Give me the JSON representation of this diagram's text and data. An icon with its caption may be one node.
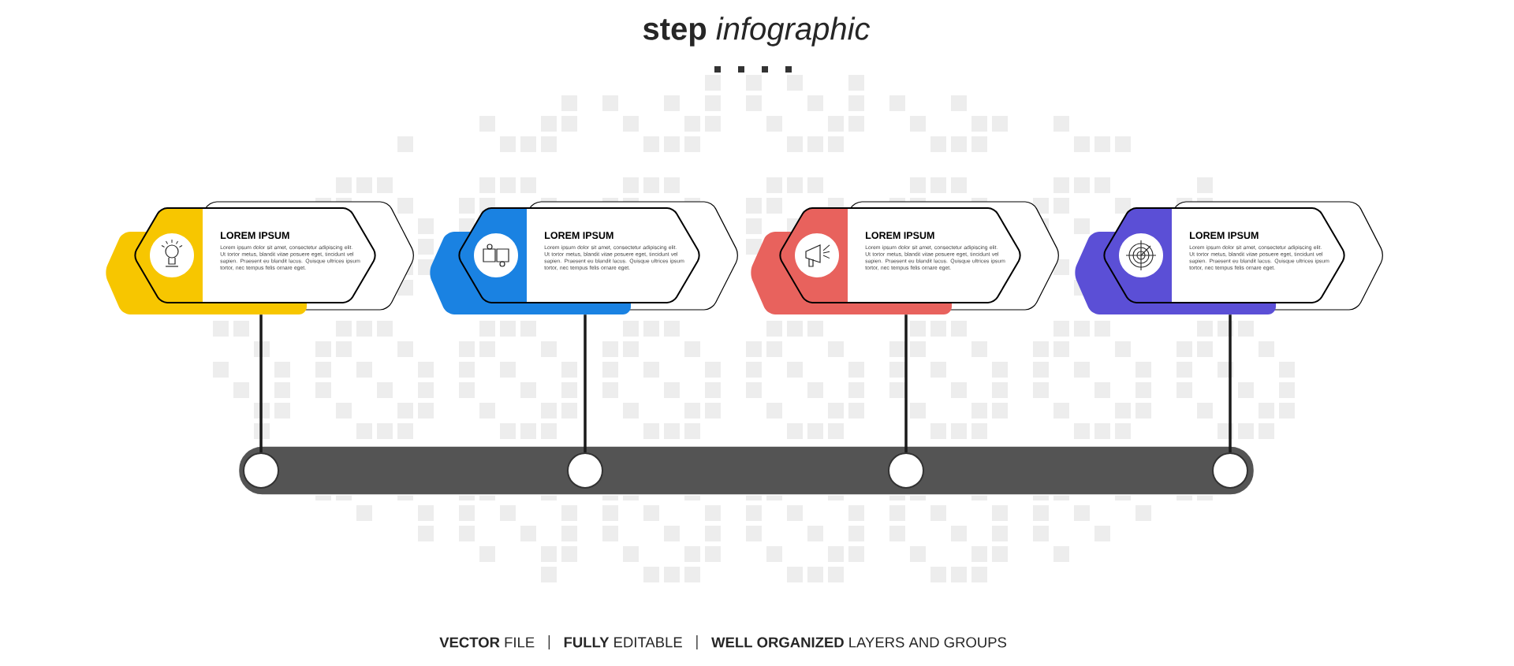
{
  "diagram": {
    "title": "**step** *infographic*",
    "nodes": [
      {
        "text": [
          "LOREM IPSUM",
          "Lorem ipsum dolor sit amet, consectetur adipiscing elit. Ut tortor metus, blandit vitae posuere eget, tincidunt vel sapien. Praesent eu blandit lacus. Quisque ultrices ipsum tortor, nec tempus felis ornare eget."
        ]
      },
      {
        "text": [
          "LOREM IPSUM",
          "Lorem ipsum dolor sit amet, consectetur adipiscing elit. Ut tortor metus, blandit vitae posuere eget, tincidunt vel sapien. Praesent eu blandit lacus. Quisque ultrices ipsum tortor, nec tempus felis ornare eget."
        ]
      },
      {
        "text": [
          "LOREM IPSUM",
          "Lorem ipsum dolor sit amet, consectetur adipiscing elit. Ut tortor metus, blandit vitae posuere eget, tincidunt vel sapien. Praesent eu blandit lacus. Quisque ultrices ipsum tortor, nec tempus felis ornare eget."
        ]
      },
      {
        "text": [
          "LOREM IPSUM",
          "Lorem ipsum dolor sit amet, consectetur adipiscing elit. Ut tortor metus, blandit vitae posuere eget, tincidunt vel sapien. Praesent eu blandit lacus. Quisque ultrices ipsum tortor, nec tempus felis ornare eget."
        ]
      },
      {
        "text": [],
        "shape": "bar"
      },
      {
        "text": [],
        "shape": "circle",
        "in": 4
      },
      {
        "text": [],
        "shape": "circle",
        "in": 4
      },
      {
        "text": [],
        "shape": "circle",
        "in": 4
      },
      {
        "text": [],
        "shape": "circle",
        "in": 4
      }
    ],
    "edges": [
      {
        "from": 0,
        "to": 5,
        "arrow": "none"
      },
      {
        "from": 1,
        "to": 6,
        "arrow": "none"
      },
      {
        "from": 2,
        "to": 7,
        "arrow": "none"
      },
      {
        "from": 3,
        "to": 8,
        "arrow": "none"
      }
    ],
    "labels": [
      "**VECTOR** FILE",
      "**FULLY** EDITABLE",
      "**WELL ORGANIZED** LAYERS AND GROUPS"
    ]
  }
}
